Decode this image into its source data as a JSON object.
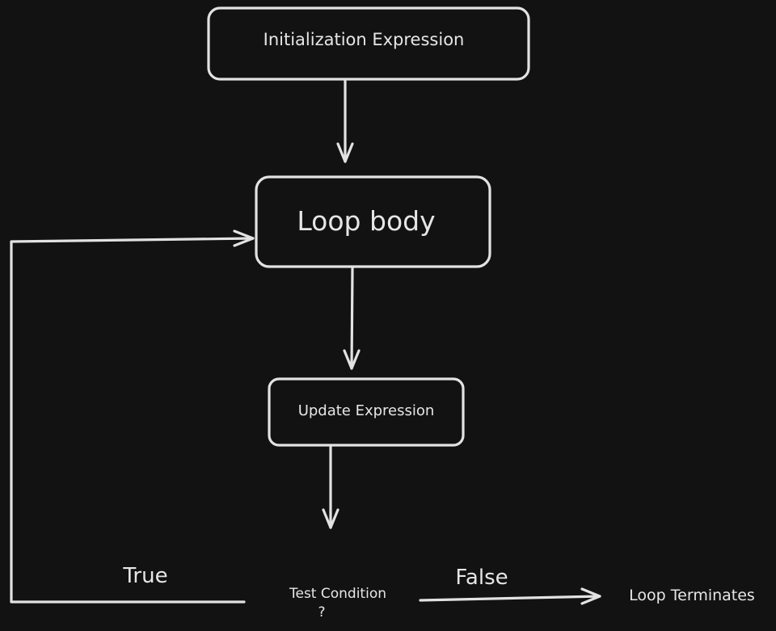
{
  "diagram": {
    "nodes": {
      "init": {
        "label": "Initialization Expression"
      },
      "body": {
        "label": "Loop body"
      },
      "update": {
        "label": "Update Expression"
      },
      "test": {
        "line1": "Test Condition",
        "line2": "?"
      },
      "terminate": {
        "label": "Loop Terminates"
      }
    },
    "edges": {
      "true_label": "True",
      "false_label": "False"
    }
  }
}
